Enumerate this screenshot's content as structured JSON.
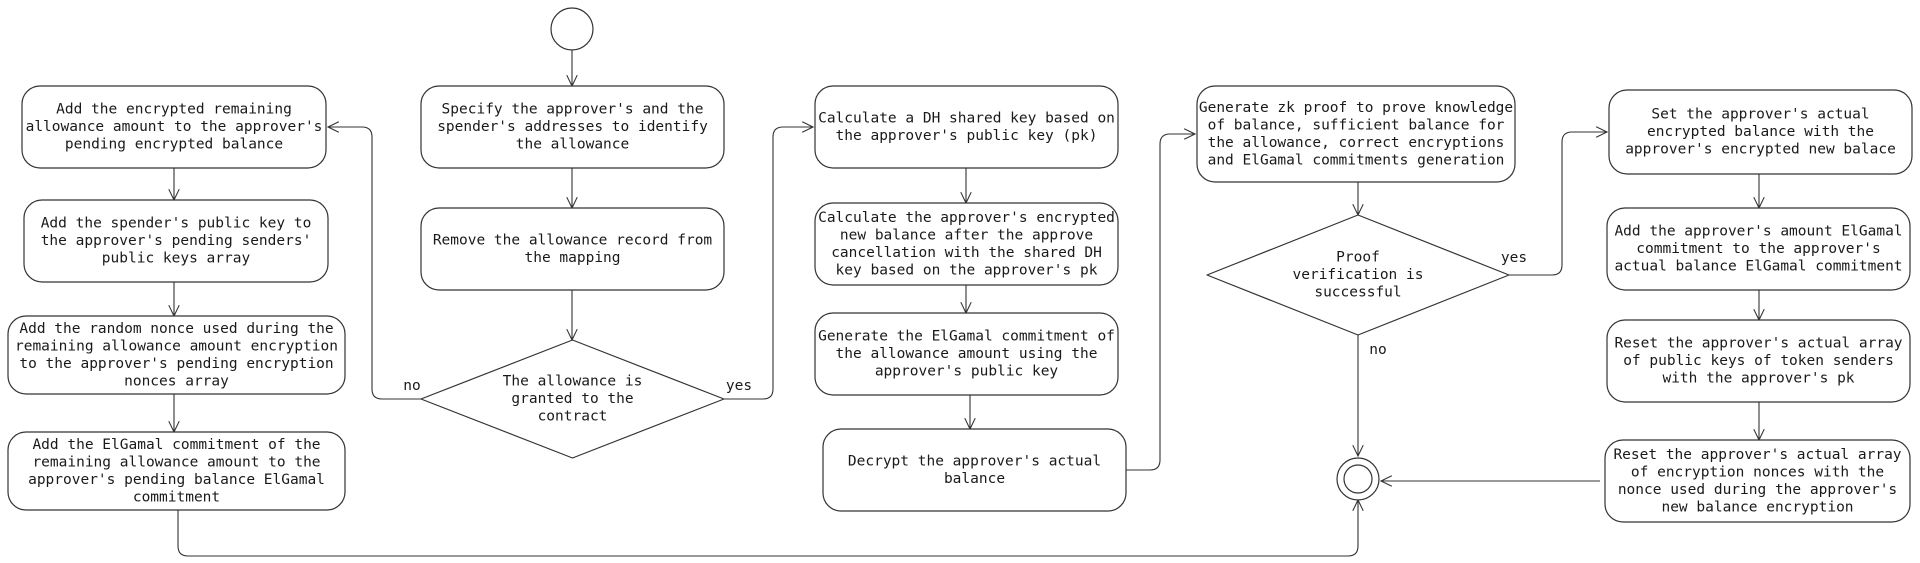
{
  "nodes": [
    {
      "id": "start",
      "kind": "start",
      "lines": []
    },
    {
      "id": "specify",
      "kind": "action",
      "lines": [
        "Specify the approver's and the",
        "spender's addresses to identify",
        "the allowance"
      ]
    },
    {
      "id": "remove",
      "kind": "action",
      "lines": [
        "Remove the allowance record from",
        "the mapping"
      ]
    },
    {
      "id": "granted",
      "kind": "decision",
      "lines": [
        "The allowance is",
        "granted to the",
        "contract"
      ]
    },
    {
      "id": "add_remaining",
      "kind": "action",
      "lines": [
        "Add the encrypted remaining",
        "allowance amount to the approver's",
        "pending encrypted balance"
      ]
    },
    {
      "id": "add_pubkey",
      "kind": "action",
      "lines": [
        "Add the spender's public key to",
        "the approver's pending senders'",
        "public keys array"
      ]
    },
    {
      "id": "add_nonce",
      "kind": "action",
      "lines": [
        "Add the random nonce used during the",
        "remaining allowance amount encryption",
        "to the approver's pending encryption",
        "nonces array"
      ]
    },
    {
      "id": "add_commit",
      "kind": "action",
      "lines": [
        "Add the ElGamal commitment of the",
        "remaining allowance amount to the",
        "approver's pending balance ElGamal",
        "commitment"
      ]
    },
    {
      "id": "calc_dh",
      "kind": "action",
      "lines": [
        "Calculate a DH shared key based on",
        "the approver's public key (pk)"
      ]
    },
    {
      "id": "calc_balance",
      "kind": "action",
      "lines": [
        "Calculate the approver's encrypted",
        "new balance after the approve",
        "cancellation with the shared DH",
        "key based on the approver's pk"
      ]
    },
    {
      "id": "gen_commit",
      "kind": "action",
      "lines": [
        "Generate the ElGamal commitment of",
        "the allowance amount using the",
        "approver's public key"
      ]
    },
    {
      "id": "decrypt",
      "kind": "action",
      "lines": [
        "Decrypt the approver's actual",
        "balance"
      ]
    },
    {
      "id": "gen_zk",
      "kind": "action",
      "lines": [
        "Generate zk proof to prove knowledge",
        "of balance, sufficient balance for",
        "the allowance, correct encryptions",
        "and ElGamal commitments generation"
      ]
    },
    {
      "id": "proof_ok",
      "kind": "decision",
      "lines": [
        "Proof",
        "verification is",
        "successful"
      ]
    },
    {
      "id": "set_balance",
      "kind": "action",
      "lines": [
        "Set the approver's actual",
        "encrypted balance with the",
        "approver's encrypted new balace"
      ]
    },
    {
      "id": "add_amount",
      "kind": "action",
      "lines": [
        "Add the approver's amount ElGamal",
        "commitment to the approver's",
        "actual balance ElGamal commitment"
      ]
    },
    {
      "id": "reset_keys",
      "kind": "action",
      "lines": [
        "Reset the approver's actual array",
        "of public keys of token senders",
        "with the approver's pk"
      ]
    },
    {
      "id": "reset_nonces",
      "kind": "action",
      "lines": [
        "Reset the approver's actual array",
        "of encryption nonces with the",
        "nonce used during the approver's",
        "new balance encryption"
      ]
    },
    {
      "id": "end",
      "kind": "end",
      "lines": []
    }
  ],
  "edges": [
    {
      "from": "start",
      "to": "specify",
      "label": ""
    },
    {
      "from": "specify",
      "to": "remove",
      "label": ""
    },
    {
      "from": "remove",
      "to": "granted",
      "label": ""
    },
    {
      "from": "granted",
      "to": "add_remaining",
      "label": "no"
    },
    {
      "from": "granted",
      "to": "calc_dh",
      "label": "yes"
    },
    {
      "from": "add_remaining",
      "to": "add_pubkey",
      "label": ""
    },
    {
      "from": "add_pubkey",
      "to": "add_nonce",
      "label": ""
    },
    {
      "from": "add_nonce",
      "to": "add_commit",
      "label": ""
    },
    {
      "from": "add_commit",
      "to": "end",
      "label": ""
    },
    {
      "from": "calc_dh",
      "to": "calc_balance",
      "label": ""
    },
    {
      "from": "calc_balance",
      "to": "gen_commit",
      "label": ""
    },
    {
      "from": "gen_commit",
      "to": "decrypt",
      "label": ""
    },
    {
      "from": "decrypt",
      "to": "gen_zk",
      "label": ""
    },
    {
      "from": "gen_zk",
      "to": "proof_ok",
      "label": ""
    },
    {
      "from": "proof_ok",
      "to": "set_balance",
      "label": "yes"
    },
    {
      "from": "proof_ok",
      "to": "end",
      "label": "no"
    },
    {
      "from": "set_balance",
      "to": "add_amount",
      "label": ""
    },
    {
      "from": "add_amount",
      "to": "reset_keys",
      "label": ""
    },
    {
      "from": "reset_keys",
      "to": "reset_nonces",
      "label": ""
    },
    {
      "from": "reset_nonces",
      "to": "end",
      "label": ""
    }
  ]
}
